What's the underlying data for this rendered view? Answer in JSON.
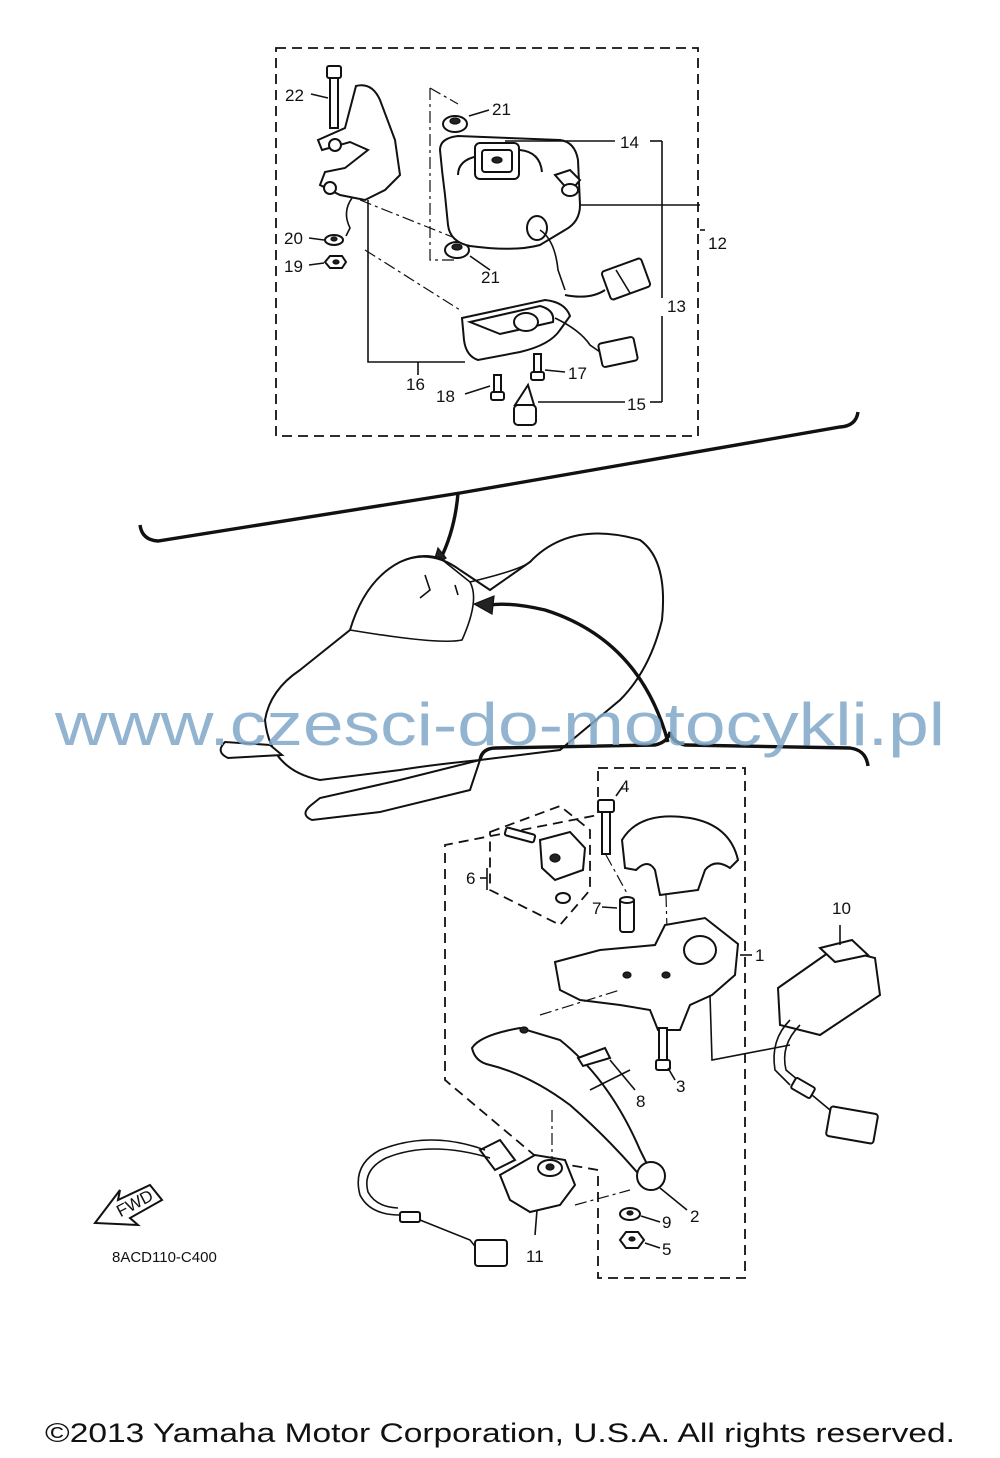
{
  "diagram": {
    "callouts": [
      {
        "id": "p1",
        "label": "1"
      },
      {
        "id": "p2",
        "label": "2"
      },
      {
        "id": "p3",
        "label": "3"
      },
      {
        "id": "p4",
        "label": "4"
      },
      {
        "id": "p5",
        "label": "5"
      },
      {
        "id": "p6",
        "label": "6"
      },
      {
        "id": "p7",
        "label": "7"
      },
      {
        "id": "p8",
        "label": "8"
      },
      {
        "id": "p9",
        "label": "9"
      },
      {
        "id": "p10",
        "label": "10"
      },
      {
        "id": "p11",
        "label": "11"
      },
      {
        "id": "p12",
        "label": "12"
      },
      {
        "id": "p13",
        "label": "13"
      },
      {
        "id": "p14",
        "label": "14"
      },
      {
        "id": "p15",
        "label": "15"
      },
      {
        "id": "p16",
        "label": "16"
      },
      {
        "id": "p17",
        "label": "17"
      },
      {
        "id": "p18",
        "label": "18"
      },
      {
        "id": "p19",
        "label": "19"
      },
      {
        "id": "p20",
        "label": "20"
      },
      {
        "id": "p21a",
        "label": "21"
      },
      {
        "id": "p21b",
        "label": "21"
      },
      {
        "id": "p22",
        "label": "22"
      }
    ],
    "fwd_label": "FWD",
    "diagram_code": "8ACD110-C400"
  },
  "watermark": "www.czesci-do-motocykli.pl",
  "copyright": "©2013 Yamaha Motor Corporation, U.S.A. All rights reserved.",
  "colors": {
    "ink": "#111111",
    "watermark": "#7fa8c8",
    "background": "#ffffff"
  }
}
